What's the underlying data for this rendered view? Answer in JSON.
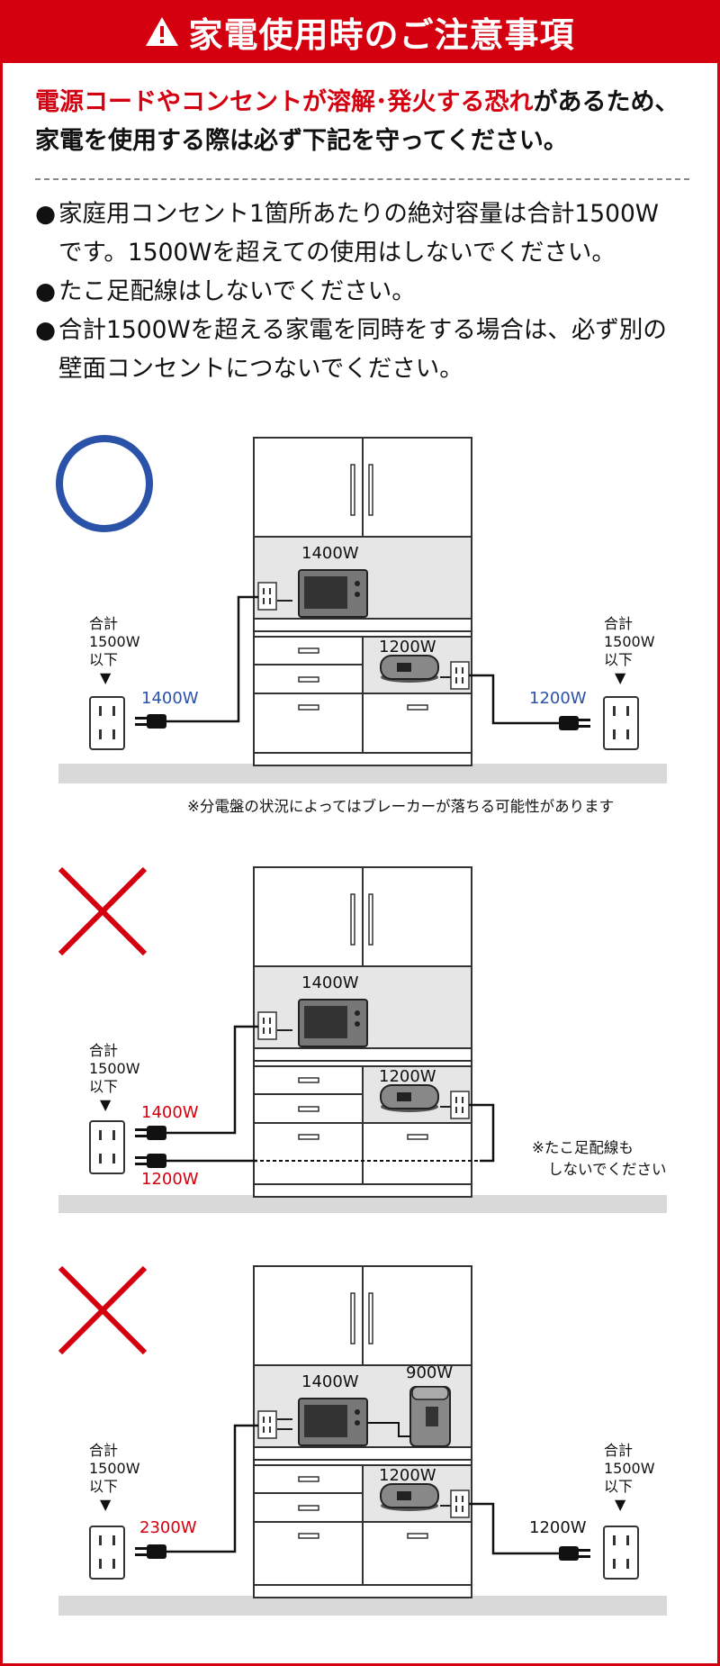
{
  "header": {
    "title": "家電使用時のご注意事項",
    "icon": "warning-icon"
  },
  "intro": {
    "highlight": "電源コードやコンセントが溶解･発火する恐れ",
    "rest1": "があるため、",
    "line2": "家電を使用する際は必ず下記を守ってください。"
  },
  "rules": [
    {
      "bullet": "●",
      "line1": "家庭用コンセント1箇所あたりの絶対容量は合計1500W",
      "line2": "です。1500Wを超えての使用はしないでください。"
    },
    {
      "bullet": "●",
      "line1": "たこ足配線はしないでください。",
      "line2": ""
    },
    {
      "bullet": "●",
      "line1": "合計1500Wを超える家電を同時をする場合は、必ず別の",
      "line2": "壁面コンセントにつないでください。"
    }
  ],
  "colors": {
    "accent": "#d5000f",
    "ok": "#2a52a8",
    "floor": "#d9d9d9",
    "shelf": "#e6e6e6"
  },
  "scene1": {
    "mark": "circle",
    "limit_left": [
      "合計",
      "1500W",
      "以下"
    ],
    "limit_right": [
      "合計",
      "1500W",
      "以下"
    ],
    "arrow": "▼",
    "microwave_watt": "1400W",
    "cooker_watt": "1200W",
    "left_outlet_watt": "1400W",
    "right_outlet_watt": "1200W",
    "note": "※分電盤の状況によってはブレーカーが落ちる可能性があります"
  },
  "scene2": {
    "mark": "cross",
    "limit_left": [
      "合計",
      "1500W",
      "以下"
    ],
    "arrow": "▼",
    "microwave_watt": "1400W",
    "cooker_watt": "1200W",
    "plug1_watt": "1400W",
    "plug2_watt": "1200W",
    "note_line1": "※たこ足配線も",
    "note_line2": "しないでください"
  },
  "scene3": {
    "mark": "cross",
    "limit_left": [
      "合計",
      "1500W",
      "以下"
    ],
    "limit_right": [
      "合計",
      "1500W",
      "以下"
    ],
    "arrow": "▼",
    "microwave_watt": "1400W",
    "pot_watt": "900W",
    "cooker_watt": "1200W",
    "left_outlet_watt": "2300W",
    "right_outlet_watt": "1200W"
  }
}
